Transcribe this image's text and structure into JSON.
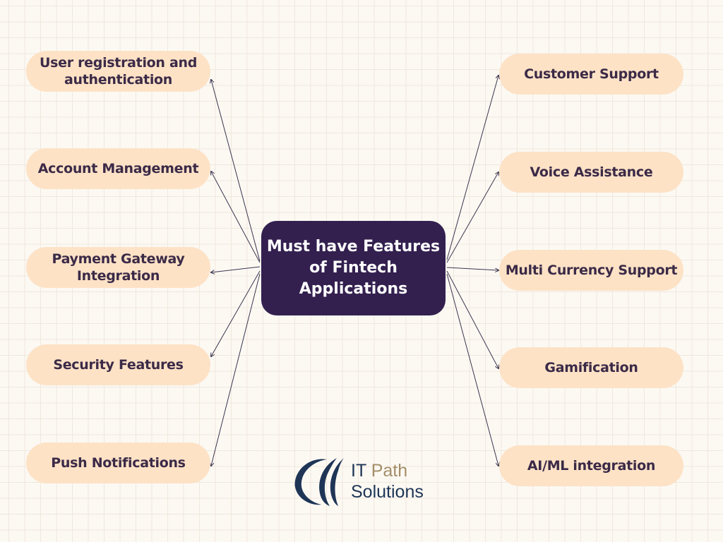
{
  "center": {
    "title": "Must have Features of Fintech Applications"
  },
  "left_features": [
    "User registration and authentication",
    "Account Management",
    "Payment Gateway Integration",
    "Security Features",
    "Push Notifications"
  ],
  "right_features": [
    "Customer Support",
    "Voice Assistance",
    "Multi Currency Support",
    "Gamification",
    "AI/ML integration"
  ],
  "logo": {
    "word1": "IT",
    "word2": "Path",
    "word3": "Solutions"
  },
  "colors": {
    "node": "#fde2c6",
    "center": "#33204f",
    "text": "#3b2a47",
    "background": "#fcf9f3"
  }
}
